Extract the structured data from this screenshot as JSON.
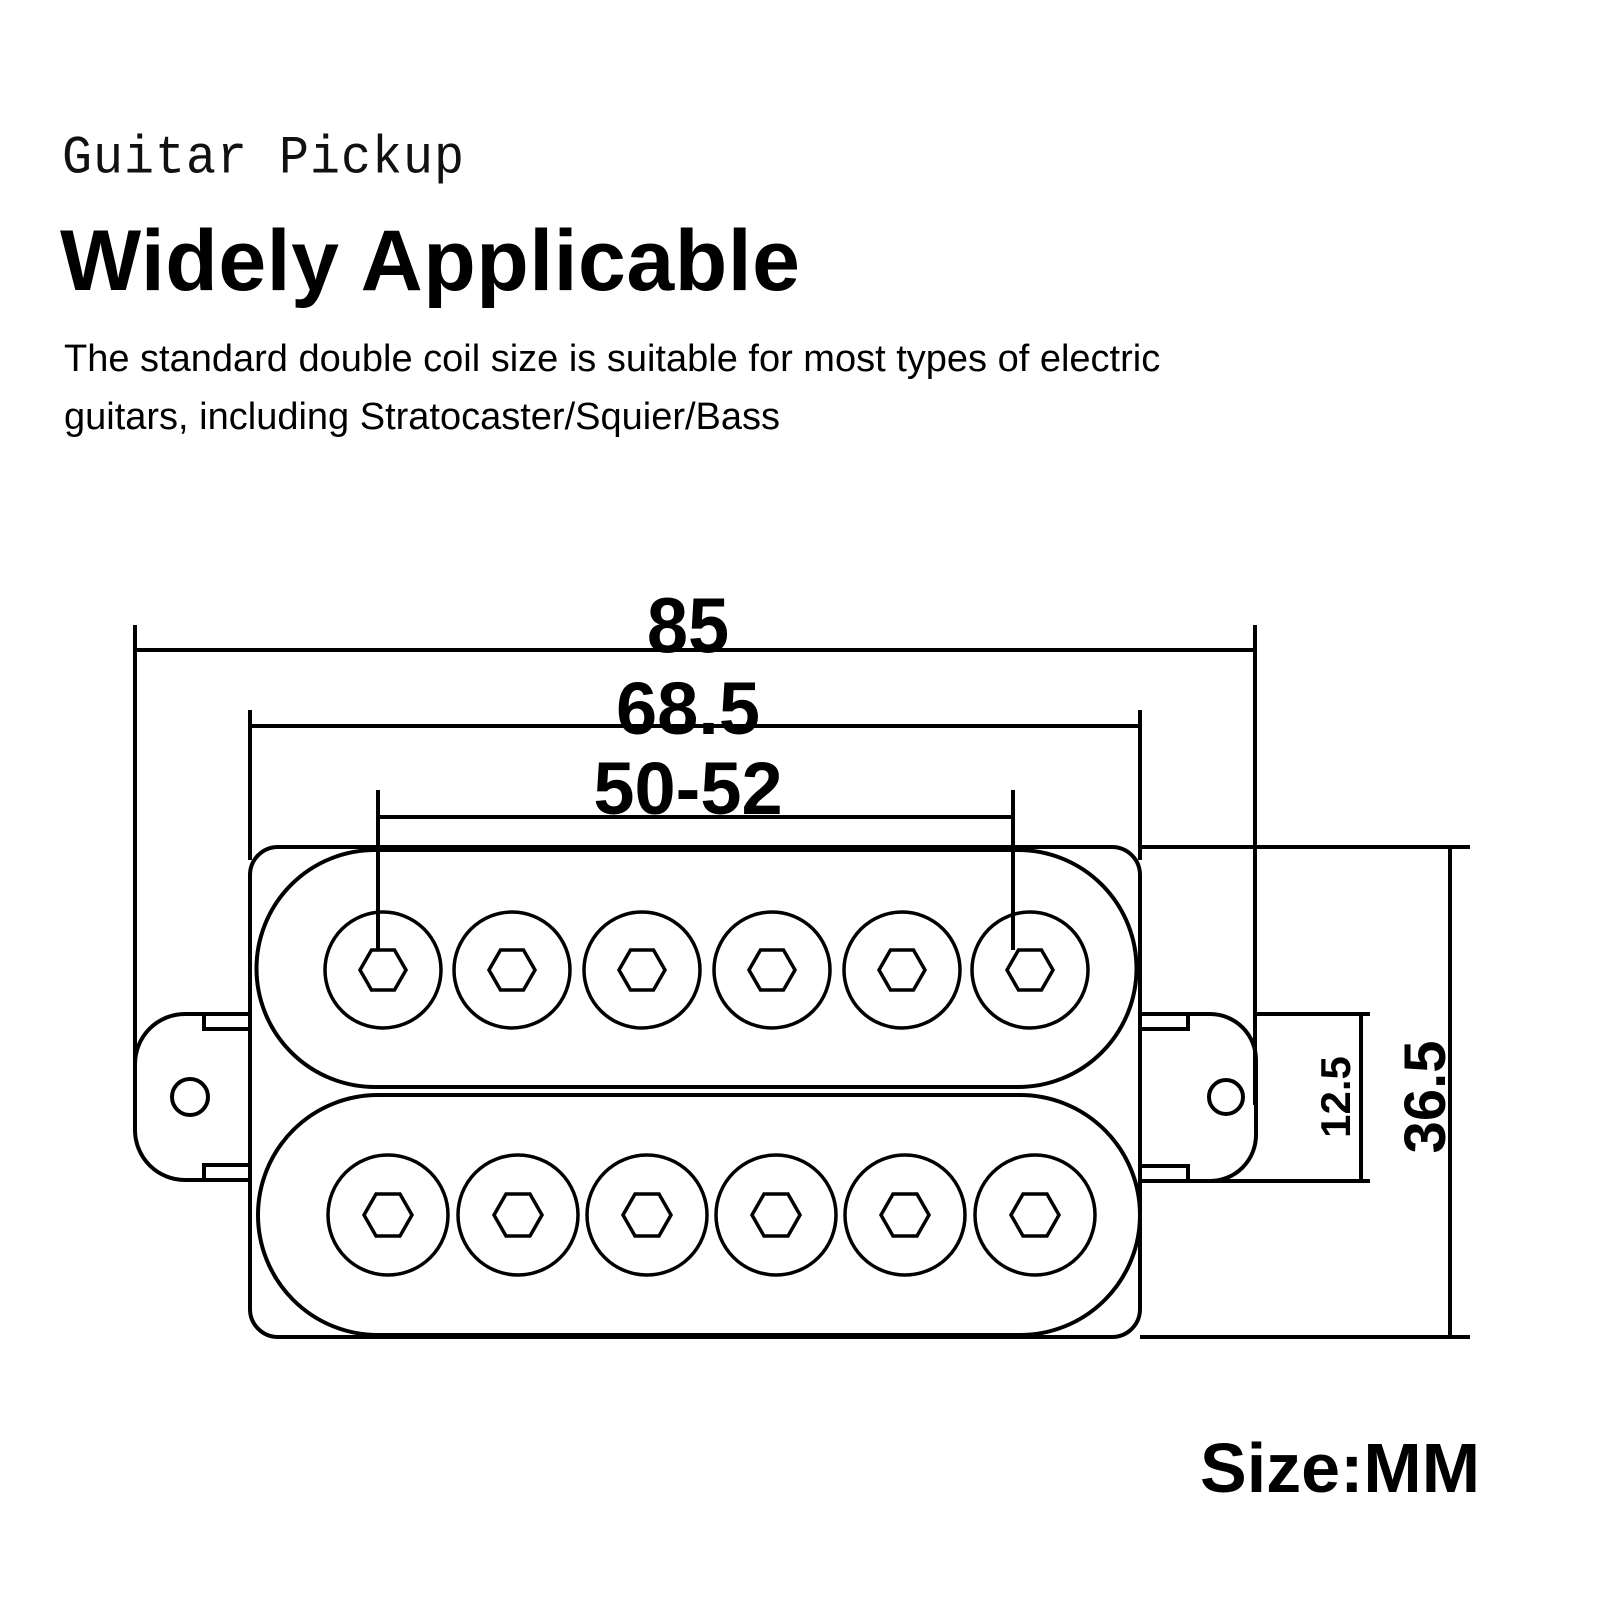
{
  "header": {
    "subtitle": "Guitar Pickup",
    "title": "Widely Applicable",
    "description_lines": [
      "The standard double coil size is suitable for most types of electric",
      "guitars, including Stratocaster/Squier/Bass"
    ]
  },
  "diagram": {
    "subject": "humbucker double coil pickup",
    "dimensions": {
      "overall_length": "85",
      "cover_length": "68.5",
      "pole_spacing": "50-52",
      "mounting_tab_height": "12.5",
      "cover_width": "36.5"
    },
    "coils": 2,
    "pole_pieces_per_coil": 6,
    "pole_piece_icon": "hex-screw-icon",
    "mounting_hole_icon": "circle-hole-icon",
    "line_color": "#000000",
    "background_color": "#ffffff"
  },
  "footer": {
    "size_unit_label": "Size:MM"
  }
}
